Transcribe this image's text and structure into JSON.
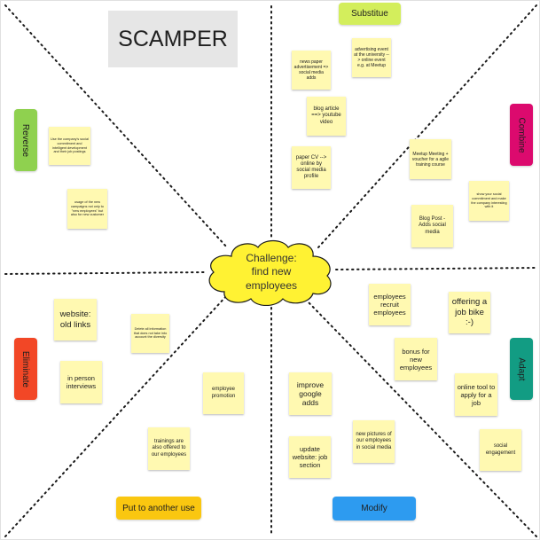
{
  "board": {
    "title": "SCAMPER",
    "challenge": "Challenge:\nfind new\nemployees"
  },
  "colors": {
    "substitute": "#d3ee5c",
    "combine": "#dc0a6e",
    "adapt": "#129c83",
    "modify": "#2d9bf0",
    "put_to_another_use": "#fac710",
    "eliminate": "#f24726",
    "reverse": "#8fd14f",
    "sticky": "#fff9b1",
    "cloud": "#fff233"
  },
  "categories": {
    "substitute": "Substitue",
    "combine": "Combine",
    "adapt": "Adapt",
    "modify": "Modify",
    "put_to_another_use": "Put to another use",
    "eliminate": "Eliminate",
    "reverse": "Reverse"
  },
  "notes": {
    "paper_advertisement": "news paper advertisement => social media adds",
    "advertising_event": "advertising event at the university --> online event e.g. at Meetup",
    "blog_article": "blog article ==> youtube video",
    "paper_cv": "paper CV --> online by social media profile",
    "meetup_voucher": "Meetup Meeting + voucher for a agile training course",
    "blog_post": "Blog Post - Adds social media",
    "show_commitment": "show your social commitment and make the company interesting with it",
    "use_company_commitment": "Use the company's social commitment and intelligent development and their job postings",
    "usage_of_new_campaigns": "usage of the new campaigns not only to \"new employees\" but also for new customer",
    "website_old_links": "website: old links",
    "delete_information": "Delete all information that does not take into account the diversity",
    "in_person_interviews": "in person interviews",
    "employee_promotion": "employee promotion",
    "trainings_offered": "trainings are also offered to our employees",
    "improve_google_adds": "improve google adds",
    "update_website": "update website: job section",
    "new_pictures": "new pictures of our employees in social media",
    "employees_recruit": "employees recruit employees",
    "bonus": "bonus for new employees",
    "offering_job_bike": "offering a job bike :-)",
    "online_tool": "online tool to apply for a job",
    "social_engagement": "social engagement"
  }
}
